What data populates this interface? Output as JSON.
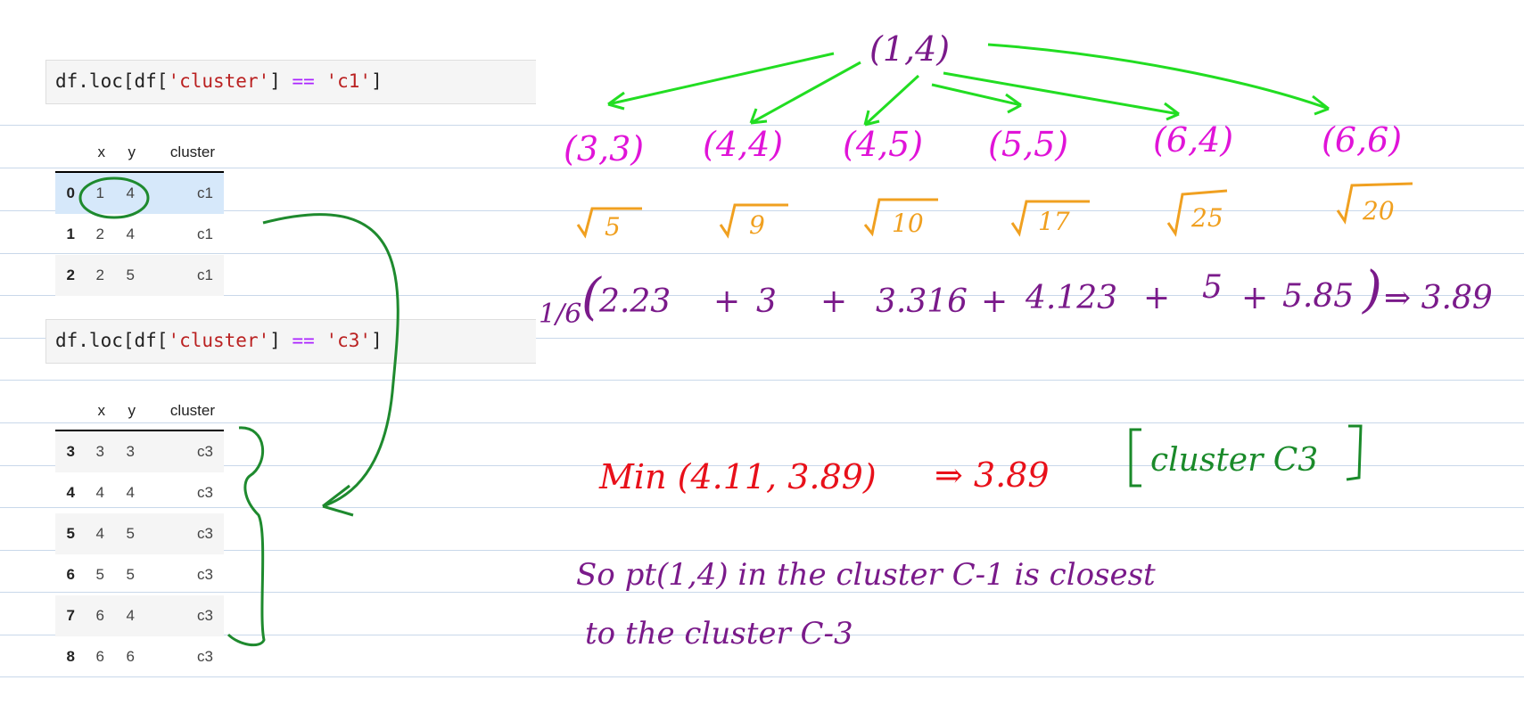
{
  "cells": [
    {
      "code_prefix": "df.loc[df[",
      "code_key": "'cluster'",
      "code_op": "==",
      "code_value": "'c1'",
      "code_suffix": "]"
    },
    {
      "code_prefix": "df.loc[df[",
      "code_key": "'cluster'",
      "code_op": "==",
      "code_value": "'c3'",
      "code_suffix": "]"
    }
  ],
  "table_c1": {
    "headers": [
      "",
      "x",
      "y",
      "cluster"
    ],
    "rows": [
      {
        "idx": "0",
        "x": "1",
        "y": "4",
        "cluster": "c1"
      },
      {
        "idx": "1",
        "x": "2",
        "y": "4",
        "cluster": "c1"
      },
      {
        "idx": "2",
        "x": "2",
        "y": "5",
        "cluster": "c1"
      }
    ]
  },
  "table_c3": {
    "headers": [
      "",
      "x",
      "y",
      "cluster"
    ],
    "rows": [
      {
        "idx": "3",
        "x": "3",
        "y": "3",
        "cluster": "c3"
      },
      {
        "idx": "4",
        "x": "4",
        "y": "4",
        "cluster": "c3"
      },
      {
        "idx": "5",
        "x": "4",
        "y": "5",
        "cluster": "c3"
      },
      {
        "idx": "6",
        "x": "5",
        "y": "5",
        "cluster": "c3"
      },
      {
        "idx": "7",
        "x": "6",
        "y": "4",
        "cluster": "c3"
      },
      {
        "idx": "8",
        "x": "6",
        "y": "6",
        "cluster": "c3"
      }
    ]
  },
  "annotations": {
    "source_point": "(1,4)",
    "targets": [
      "(3,3)",
      "(4,4)",
      "(4,5)",
      "(5,5)",
      "(6,4)",
      "(6,6)"
    ],
    "sqrt_values": [
      "5",
      "9",
      "10",
      "17",
      "25",
      "20"
    ],
    "average_prefix": "1/6",
    "average_terms": [
      "2.23",
      "+",
      "3",
      "+",
      "3.316",
      "+",
      "4.123",
      "+",
      "5",
      "+",
      "5.85"
    ],
    "average_result": "⇒ 3.89",
    "min_expr": "Min (4.11, 3.89)",
    "min_result": "⇒ 3.89",
    "min_cluster": "cluster C3",
    "conclusion_line1": "So pt(1,4) in the cluster C-1  is closest",
    "conclusion_line2": "to the cluster C-3"
  },
  "colors": {
    "arrows_green": "#22dd22",
    "points_magenta": "#e014d8",
    "sqrt_orange": "#f0a020",
    "calc_purple": "#7a1a8a",
    "min_red": "#e8101a",
    "bracket_green": "#1a8a2a",
    "pen_green": "#1e8a2e"
  }
}
